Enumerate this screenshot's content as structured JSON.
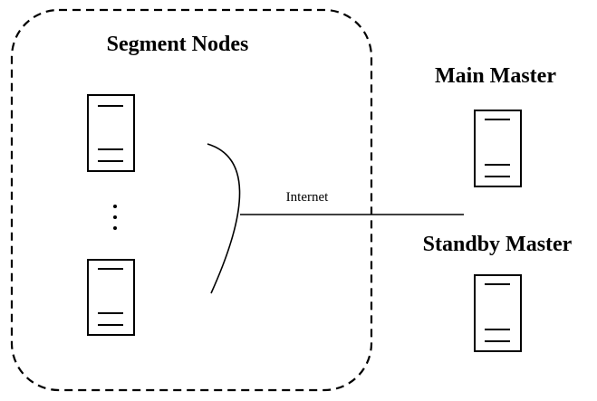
{
  "diagram": {
    "cluster": {
      "title": "Segment Nodes",
      "border_style": "dashed",
      "ellipsis": "⋮"
    },
    "connection": {
      "label": "Internet"
    },
    "masters": [
      {
        "title": "Main Master"
      },
      {
        "title": "Standby Master"
      }
    ],
    "colors": {
      "stroke": "#000000",
      "background": "#ffffff"
    },
    "icons": {
      "server": "server-icon"
    }
  }
}
